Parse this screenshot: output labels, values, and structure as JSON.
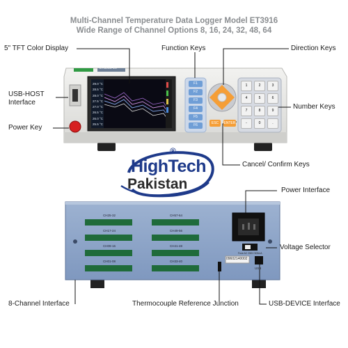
{
  "title": {
    "line1": "Multi-Channel Temperature Data Logger Model ET3916",
    "line2": "Wide Range of Channel Options 8, 16, 24, 32, 48, 64"
  },
  "labels": {
    "tft": "5\" TFT Color Display",
    "function_keys": "Function Keys",
    "direction_keys": "Direction Keys",
    "usb_host_1": "USB-HOST",
    "usb_host_2": "Interface",
    "number_keys": "Number Keys",
    "power_key": "Power Key",
    "cancel_confirm": "Cancel/ Confirm Keys",
    "power_interface": "Power Interface",
    "voltage_selector": "Voltage Selector",
    "channel_interface": "8-Channel Interface",
    "thermocouple": "Thermocouple Reference Junction",
    "usb_device": "USB-DEVICE Interface"
  },
  "logo": {
    "brand_top": "HighTech",
    "brand_bottom": "Pakistan",
    "registered": "®"
  },
  "device_front": {
    "model_badge": "ET3916-16",
    "screen_temps": [
      "29.0 °C",
      "28.5 °C",
      "28.0 °C",
      "27.5 °C",
      "27.0 °C",
      "26.5 °C",
      "26.0 °C",
      "25.5 °C"
    ],
    "function_key_labels": [
      "F1",
      "F2",
      "F3",
      "F4",
      "F5",
      "F6"
    ],
    "esc_label": "ESC",
    "enter_label": "ENTER",
    "number_key_labels": [
      "1",
      "2",
      "3",
      "4",
      "5",
      "6",
      "7",
      "8",
      "9",
      "-",
      "0",
      "."
    ]
  },
  "device_back": {
    "channel_groups": [
      "CH01-08",
      "CH09-16",
      "CH17-24",
      "CH25-32",
      "CH33-40",
      "CH41-48",
      "CH49-56",
      "CH57-64"
    ],
    "serial": "09602140002",
    "usb_label": "USB",
    "power_spec": "Fuse AC 250V 500mA"
  },
  "colors": {
    "title_gray": "#8a8d90",
    "device_body": "#e4e4e2",
    "back_panel": "#8fa6c8",
    "logo_blue": "#1e3a8a",
    "direction_orange": "#f59e36",
    "power_red": "#d62020",
    "keypad_blue": "#6f9ed6"
  }
}
